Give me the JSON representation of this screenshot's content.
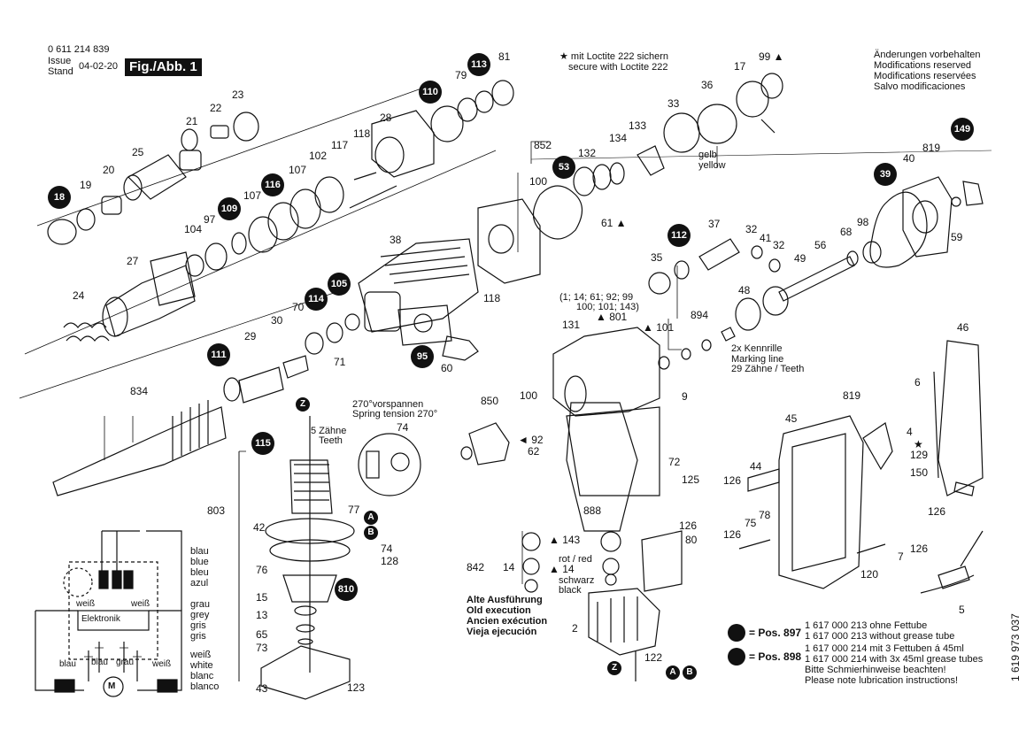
{
  "header": {
    "part_number": "0 611 214 839",
    "issue_label_1": "Issue",
    "issue_label_2": "Stand",
    "issue_date": "04-02-20",
    "figure": "Fig./Abb. 1"
  },
  "loctite_note": [
    "★ mit Loctite 222 sichern",
    "secure with Loctite 222"
  ],
  "modifications_note": [
    "Änderungen vorbehalten",
    "Modifications reserved",
    "Modifications reservées",
    "Salvo modificaciones"
  ],
  "color_notes": {
    "gelb": [
      "gelb",
      "yellow"
    ],
    "kennrille": [
      "2x Kennrille",
      "Marking line",
      "29 Zähne / Teeth"
    ],
    "spring_tension": [
      "270°vorspannen",
      "Spring tension 270°"
    ],
    "zaehne": [
      "5 Zähne",
      "Teeth"
    ],
    "rot": "rot / red",
    "schwarz": [
      "schwarz",
      "black"
    ],
    "option_list": [
      "(1; 14; 61; 92; 99",
      "100; 101; 143)"
    ]
  },
  "old_execution": [
    "Alte Ausführung",
    "Old execution",
    "Ancien exécution",
    "Vieja ejecución"
  ],
  "wiring": {
    "elektronik": "Elektronik",
    "motor": "M",
    "wire_labels": [
      "weiß",
      "weiß",
      "blau",
      "blau",
      "grau",
      "weiß"
    ],
    "legend_blue": [
      "blau",
      "blue",
      "bleu",
      "azul"
    ],
    "legend_grey": [
      "grau",
      "grey",
      "gris",
      "gris"
    ],
    "legend_white": [
      "weiß",
      "white",
      "blanc",
      "blanco"
    ]
  },
  "positions": {
    "pos897_label": "= Pos. 897",
    "pos897_lines": [
      "1 617 000 213 ohne Fettube",
      "1 617 000 213 without grease tube"
    ],
    "pos898_label": "= Pos. 898",
    "pos898_lines": [
      "1 617 000 214 mit 3 Fettuben á 45ml",
      "1 617 000 214 with 3x 45ml grease tubes",
      "Bitte Schmierhinweise beachten!",
      "Please note lubrication instructions!"
    ]
  },
  "doc_number": "1 619 973 037",
  "badges": {
    "b18": "18",
    "b110": "110",
    "b113": "113",
    "b116": "116",
    "b109": "109",
    "b53": "53",
    "b39": "39",
    "b149": "149",
    "b112": "112",
    "b114": "114",
    "b105": "105",
    "b111": "111",
    "b95": "95",
    "b115": "115",
    "b810": "810",
    "bZ1": "Z",
    "bZ2": "Z",
    "bA1": "A",
    "bB1": "B",
    "bA2": "A",
    "bB2": "B"
  },
  "part_labels": {
    "p19": "19",
    "p20": "20",
    "p25": "25",
    "p21": "21",
    "p22": "22",
    "p23": "23",
    "p28": "28",
    "p79": "79",
    "p81": "81",
    "p104": "104",
    "p97": "97",
    "p107a": "107",
    "p107b": "107",
    "p102": "102",
    "p117": "117",
    "p118a": "118",
    "p27": "27",
    "p24": "24",
    "p38": "38",
    "p118b": "118",
    "p100a": "100",
    "p852": "852",
    "p132": "132",
    "p134": "134",
    "p133": "133",
    "p33": "33",
    "p36": "36",
    "p17": "17",
    "p99": "99 ▲",
    "p61": "61 ▲",
    "p819a": "819",
    "p40": "40",
    "p98": "98",
    "p59": "59",
    "p68": "68",
    "p37": "37",
    "p32a": "32",
    "p41": "41",
    "p32b": "32",
    "p56": "56",
    "p35": "35",
    "p49": "49",
    "p48": "48",
    "p131": "131",
    "p801": "▲ 801",
    "p101": "▲ 101",
    "p894": "894",
    "p30": "30",
    "p29": "29",
    "p70": "70",
    "p71": "71",
    "p60": "60",
    "p834": "834",
    "p850": "850",
    "p100b": "100",
    "p92": "◄ 92",
    "p62": "62",
    "p9": "9",
    "p72": "72",
    "p125": "125",
    "p888": "888",
    "p74a": "74",
    "p803": "803",
    "p77": "77",
    "p42": "42",
    "p74b": "74",
    "p128": "128",
    "p76": "76",
    "p15": "15",
    "p13": "13",
    "p65": "65",
    "p73": "73",
    "p43": "43",
    "p123": "123",
    "p143": "▲ 143",
    "p842": "842",
    "p14a": "14",
    "p14b": "▲ 14",
    "p126a": "126",
    "p80": "80",
    "p2": "2",
    "p122": "122",
    "p45": "45",
    "p46": "46",
    "p6": "6",
    "p819b": "819",
    "p4": "4",
    "p129": "129",
    "p150": "150",
    "p44": "44",
    "p126b": "126",
    "p126c": "126",
    "p75": "75",
    "p78": "78",
    "p126d": "126",
    "p7": "7",
    "p126e": "126",
    "p120": "120",
    "p5": "5",
    "pstar": "★"
  }
}
